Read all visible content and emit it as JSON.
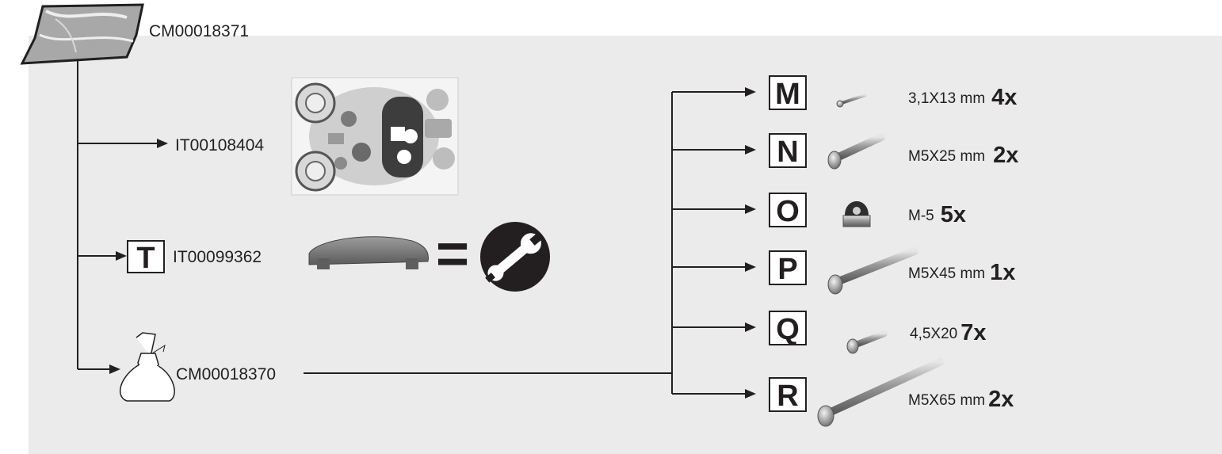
{
  "colors": {
    "panel_background": "#ebebeb",
    "ink": "#231f20",
    "part_grey": "#8c8c8c"
  },
  "root_bag": {
    "icon": "fabric-bag-icon",
    "code": "CM00018371"
  },
  "children": [
    {
      "code": "IT00108404",
      "icon": "sticker-sheet-image"
    },
    {
      "letter": "T",
      "code": "IT00099362",
      "icon": "handle-cap-part",
      "equals": "=",
      "tool_icon": "wrench-icon"
    },
    {
      "code": "CM00018370",
      "icon": "small-bag-icon"
    }
  ],
  "hardware": [
    {
      "letter": "M",
      "spec": "3,1X13 mm",
      "qty": "4x",
      "icon": "small-screw-icon"
    },
    {
      "letter": "N",
      "spec": "M5X25 mm",
      "qty": "2x",
      "icon": "bolt-short-icon"
    },
    {
      "letter": "O",
      "spec": "M-5",
      "qty": "5x",
      "icon": "lock-nut-icon"
    },
    {
      "letter": "P",
      "spec": "M5X45 mm",
      "qty": "1x",
      "icon": "bolt-medium-icon"
    },
    {
      "letter": "Q",
      "spec": "4,5X20",
      "qty": "7x",
      "icon": "self-tapping-screw-icon"
    },
    {
      "letter": "R",
      "spec": "M5X65 mm",
      "qty": "2x",
      "icon": "bolt-long-icon"
    }
  ]
}
